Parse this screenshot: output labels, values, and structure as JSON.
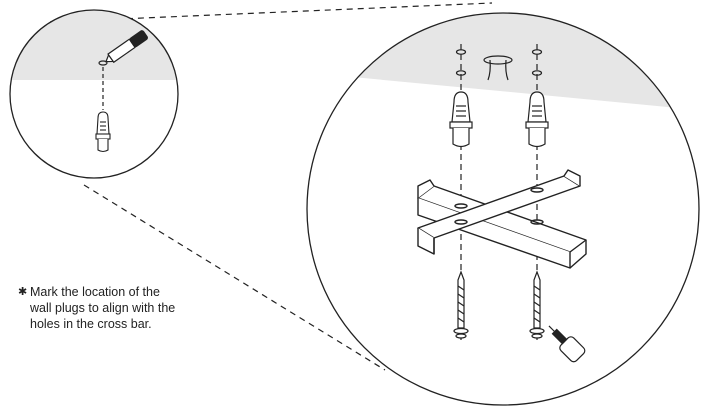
{
  "instruction": {
    "bullet": "✱",
    "lines": [
      "Mark the location of the",
      "wall plugs to align with the",
      "holes in the cross bar."
    ]
  },
  "colors": {
    "line": "#222222",
    "ceiling_shade": "#e6e6e6",
    "background": "#ffffff"
  },
  "icons": [
    "pencil-icon",
    "wall-plug-icon",
    "screw-icon",
    "screwdriver-icon",
    "cross-bar-bracket",
    "ceiling-hole-icon"
  ]
}
